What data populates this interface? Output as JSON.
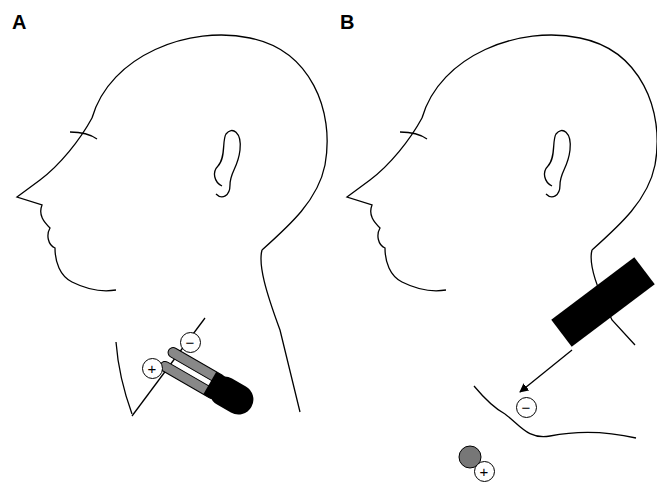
{
  "diagram": {
    "nodes": [
      {
        "text": [
          "−"
        ]
      },
      {
        "text": [
          "+"
        ]
      },
      {
        "text": [
          "−"
        ]
      },
      {
        "text": [
          "+"
        ]
      }
    ],
    "labels": [
      "A",
      "B"
    ]
  }
}
